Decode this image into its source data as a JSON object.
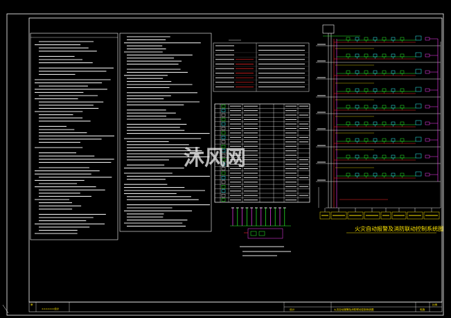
{
  "drawing": {
    "title": "火灾自动报警及消防联动控制系统图",
    "watermark": "沐风网",
    "palette": {
      "background": "#000000",
      "frame": "#ffffff",
      "text": "#e8e8e8",
      "yellow": "#ffe600",
      "red": "#ff2a2a",
      "green": "#2cff2c",
      "cyan": "#33ffff",
      "magenta": "#ff40ff"
    }
  },
  "title_block": {
    "left_label": "审",
    "center_label": "××××××设计",
    "designer_label": "设计",
    "project_label": "火灾自动报警及消防联动控制系统图",
    "sheet_label": "电施",
    "scale_label": "比例"
  }
}
